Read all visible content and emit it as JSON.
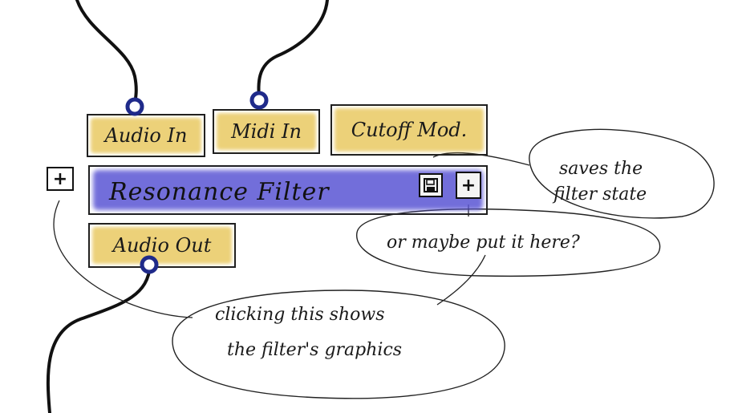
{
  "ports": {
    "audio_in": "Audio In",
    "midi_in": "Midi In",
    "cutoff_mod": "Cutoff Mod.",
    "audio_out": "Audio Out"
  },
  "filter": {
    "title": "Resonance Filter",
    "save_icon": "save-icon",
    "add_icon": "plus-icon",
    "expand_icon": "plus-icon"
  },
  "notes": {
    "save_line1": "saves the",
    "save_line2": "filter state",
    "maybe": "or maybe put it here?",
    "click_line1": "clicking this shows",
    "click_line2": "the filter's graphics"
  },
  "colors": {
    "port_highlight": "#e6c24d",
    "filter_highlight": "#5a55d4",
    "connector": "#1f2a8a"
  }
}
